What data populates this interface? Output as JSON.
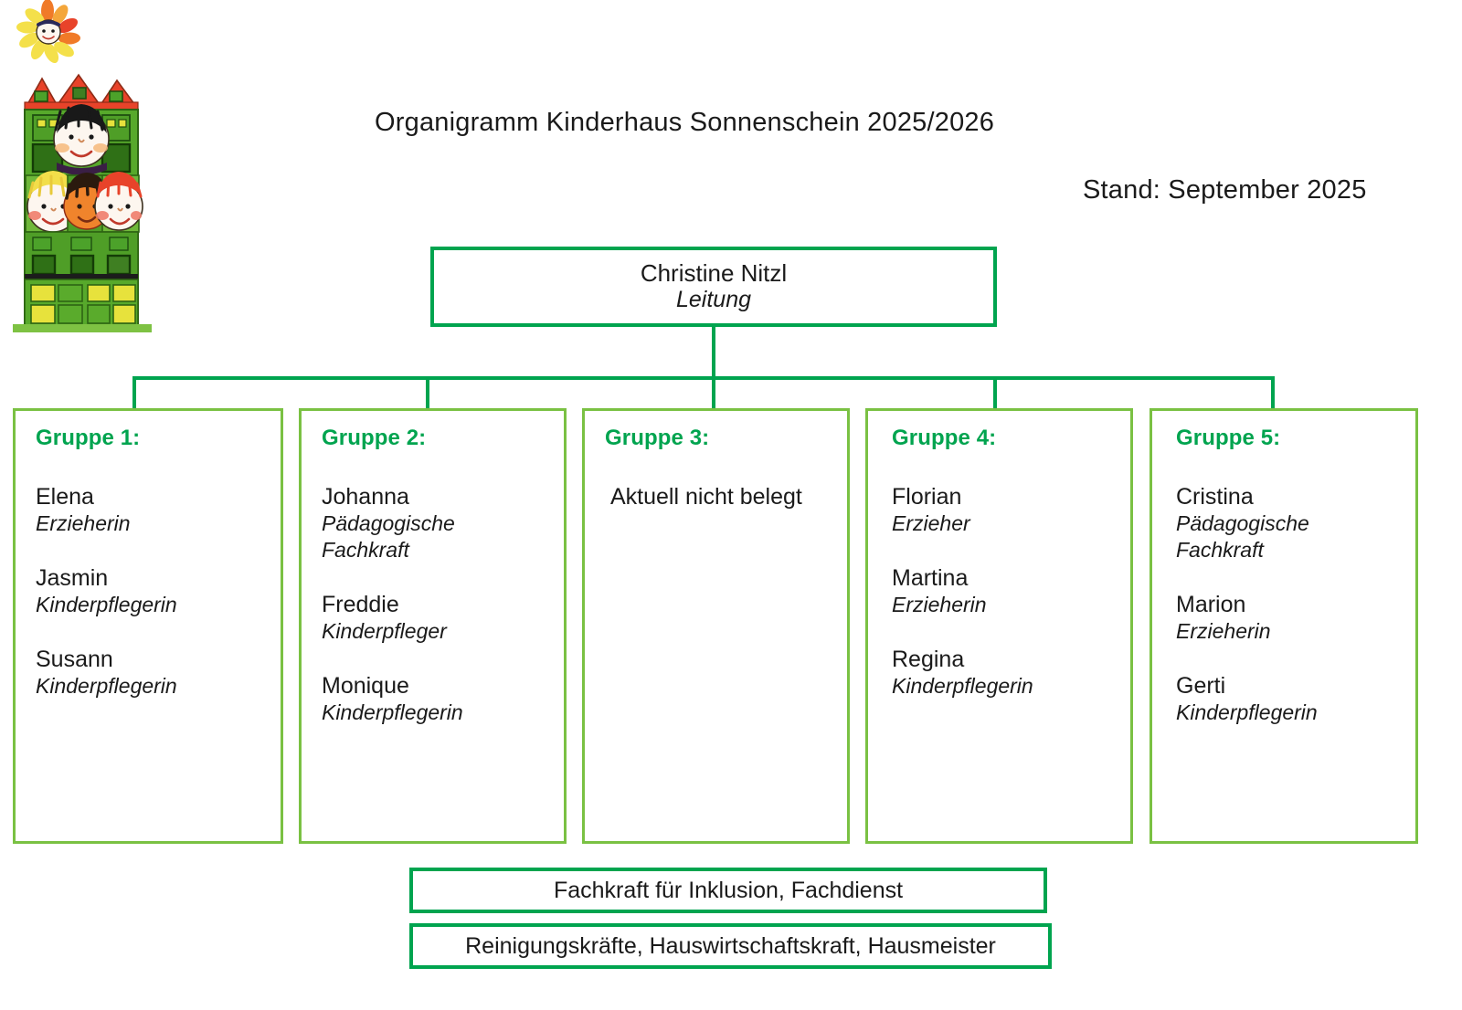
{
  "header": {
    "title": "Organigramm Kinderhaus Sonnenschein 2025/2026",
    "date_label": "Stand: September 2025"
  },
  "logo": {
    "name": "kinderhaus-sonnenschein-logo",
    "description": "Kindliche Zeichnung: Sonnenblume mit Gesicht ueber einem gruenen Haus mit roten Daechern und vier Kindergesichtern",
    "colors": {
      "house_green": "#4ca22a",
      "house_green_light": "#8cc63f",
      "roof_red": "#e8432a",
      "window_yellow": "#e7e23c",
      "sun_yellow": "#f4e04a",
      "sun_orange": "#f07a28",
      "face_skin": "#fdf6ef"
    }
  },
  "leadership": {
    "name": "Christine Nitzl",
    "role": "Leitung"
  },
  "groups": [
    {
      "title": "Gruppe 1:",
      "note": null,
      "staff": [
        {
          "name": "Elena",
          "role": "Erzieherin"
        },
        {
          "name": "Jasmin",
          "role": "Kinderpflegerin"
        },
        {
          "name": "Susann",
          "role": "Kinderpflegerin"
        }
      ]
    },
    {
      "title": "Gruppe 2:",
      "note": null,
      "staff": [
        {
          "name": "Johanna",
          "role": "Pädagogische Fachkraft"
        },
        {
          "name": "Freddie",
          "role": "Kinderpfleger"
        },
        {
          "name": "Monique",
          "role": "Kinderpflegerin"
        }
      ]
    },
    {
      "title": "Gruppe 3:",
      "note": "Aktuell nicht belegt",
      "staff": []
    },
    {
      "title": "Gruppe 4:",
      "note": null,
      "staff": [
        {
          "name": "Florian",
          "role": "Erzieher"
        },
        {
          "name": "Martina",
          "role": "Erzieherin"
        },
        {
          "name": "Regina",
          "role": "Kinderpflegerin"
        }
      ]
    },
    {
      "title": "Gruppe 5:",
      "note": null,
      "staff": [
        {
          "name": "Cristina",
          "role": "Pädagogische Fachkraft"
        },
        {
          "name": "Marion",
          "role": "Erzieherin"
        },
        {
          "name": "Gerti",
          "role": "Kinderpflegerin"
        }
      ]
    }
  ],
  "footer": {
    "row_1": "Fachkraft für Inklusion, Fachdienst",
    "row_2": "Reinigungskräfte, Hauswirtschaftskraft, Hausmeister"
  },
  "colors": {
    "accent_green_strong": "#00a44f",
    "accent_green_light": "#7ac143",
    "text": "#1a1a1a",
    "background": "#ffffff"
  }
}
